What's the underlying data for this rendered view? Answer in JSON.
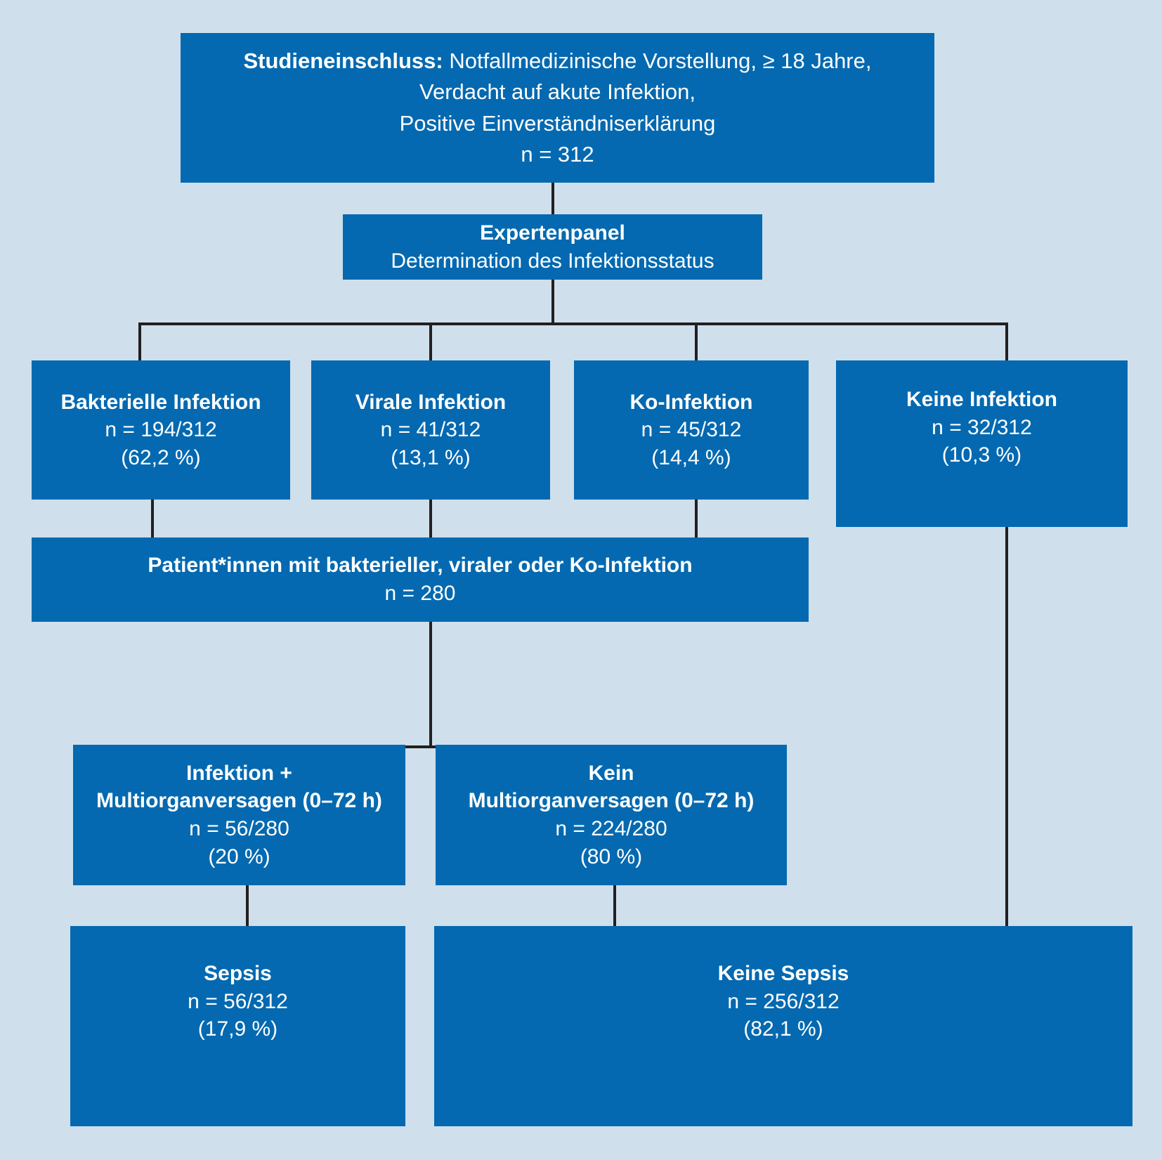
{
  "diagram": {
    "title": "Studieneinschluss Flussdiagramm Sepsis",
    "colors": {
      "background": "#cfdfec",
      "node_fill": "#0469b0",
      "node_text": "#ffffff",
      "connector": "#231f20"
    }
  },
  "nodes": {
    "enrollment": {
      "label_bold": "Studieneinschluss:",
      "line1_rest": " Notfallmedizinische Vorstellung, ≥ 18 Jahre,",
      "line2": "Verdacht auf akute Infektion,",
      "line3": "Positive Einverständniserklärung",
      "line4": "n = 312"
    },
    "expert_panel": {
      "title": "Expertenpanel",
      "line1": "Determination des Infektionsstatus"
    },
    "bacterial": {
      "title": "Bakterielle Infektion",
      "line1": "n = 194/312",
      "line2": "(62,2 %)"
    },
    "viral": {
      "title": "Virale Infektion",
      "line1": "n = 41/312",
      "line2": "(13,1 %)"
    },
    "coinfection": {
      "title": "Ko-Infektion",
      "line1": "n = 45/312",
      "line2": "(14,4 %)"
    },
    "no_infection": {
      "title": "Keine Infektion",
      "line1": "n = 32/312",
      "line2": "(10,3 %)"
    },
    "infected_pool": {
      "title": "Patient*innen mit bakterieller, viraler oder Ko-Infektion",
      "line1": "n = 280"
    },
    "mof_yes": {
      "title_line1": "Infektion +",
      "title_line2": "Multiorganversagen (0–72 h)",
      "line1": "n = 56/280",
      "line2": "(20 %)"
    },
    "mof_no": {
      "title_line1": "Kein",
      "title_line2": "Multiorganversagen (0–72 h)",
      "line1": "n = 224/280",
      "line2": "(80 %)"
    },
    "sepsis": {
      "title": "Sepsis",
      "line1": "n = 56/312",
      "line2": "(17,9 %)"
    },
    "no_sepsis": {
      "title": "Keine Sepsis",
      "line1": "n = 256/312",
      "line2": "(82,1 %)"
    }
  },
  "chart_data": {
    "type": "diagram",
    "title": "Studieneinschluss und Infektionsstatus (n = 312)",
    "total_n": 312,
    "levels": [
      {
        "level": 1,
        "items": [
          {
            "name": "Studieneinschluss",
            "n": 312
          }
        ]
      },
      {
        "level": 2,
        "items": [
          {
            "name": "Expertenpanel – Determination des Infektionsstatus"
          }
        ]
      },
      {
        "level": 3,
        "items": [
          {
            "name": "Bakterielle Infektion",
            "n": 194,
            "denominator": 312,
            "percent": 62.2
          },
          {
            "name": "Virale Infektion",
            "n": 41,
            "denominator": 312,
            "percent": 13.1
          },
          {
            "name": "Ko-Infektion",
            "n": 45,
            "denominator": 312,
            "percent": 14.4
          },
          {
            "name": "Keine Infektion",
            "n": 32,
            "denominator": 312,
            "percent": 10.3
          }
        ]
      },
      {
        "level": 4,
        "items": [
          {
            "name": "Patient*innen mit bakterieller, viraler oder Ko-Infektion",
            "n": 280
          }
        ]
      },
      {
        "level": 5,
        "items": [
          {
            "name": "Infektion + Multiorganversagen (0–72 h)",
            "n": 56,
            "denominator": 280,
            "percent": 20
          },
          {
            "name": "Kein Multiorganversagen (0–72 h)",
            "n": 224,
            "denominator": 280,
            "percent": 80
          }
        ]
      },
      {
        "level": 6,
        "items": [
          {
            "name": "Sepsis",
            "n": 56,
            "denominator": 312,
            "percent": 17.9
          },
          {
            "name": "Keine Sepsis",
            "n": 256,
            "denominator": 312,
            "percent": 82.1
          }
        ]
      }
    ]
  }
}
